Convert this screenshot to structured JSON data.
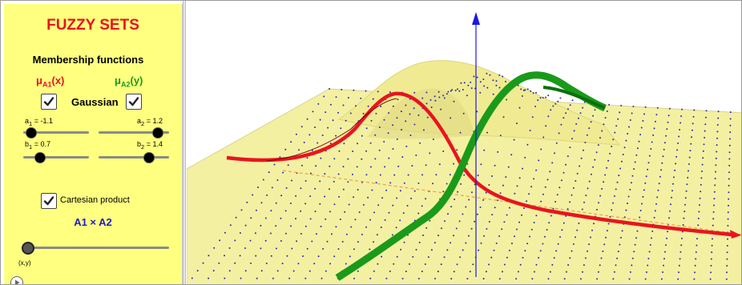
{
  "panel": {
    "title": "FUZZY SETS",
    "heading": "Membership functions",
    "mu_a1": {
      "mu": "μ",
      "sub": "A1",
      "arg": "(x)",
      "color": "#e8141e"
    },
    "mu_a2": {
      "mu": "μ",
      "sub": "A2",
      "arg": "(y)",
      "color": "#1a9a1a"
    },
    "gaussian_label": "Gaussian",
    "gaussian_left_checked": true,
    "gaussian_right_checked": true,
    "sliders": {
      "a1": {
        "label_main": "a",
        "label_sub": "1",
        "label_val": " = -1.1",
        "value": -1.1
      },
      "a2": {
        "label_main": "a",
        "label_sub": "2",
        "label_val": " = 1.2",
        "value": 1.2
      },
      "b1": {
        "label_main": "b",
        "label_sub": "1",
        "label_val": " = 0.7",
        "value": 0.7
      },
      "b2": {
        "label_main": "b",
        "label_sub": "2",
        "label_val": " = 1.4",
        "value": 1.4
      }
    },
    "cartesian_label": "Cartesian product",
    "cartesian_checked": true,
    "cartesian_product": "A1 × A2",
    "xy_label": "(x,y)"
  },
  "view3d": {
    "surface_color": "#f4f0a2",
    "dot_color": "#2a2ab4",
    "curve_a1_color": "#e8141e",
    "curve_a2_color": "#1a9a1a",
    "axis_color": "#1a1ae6"
  }
}
